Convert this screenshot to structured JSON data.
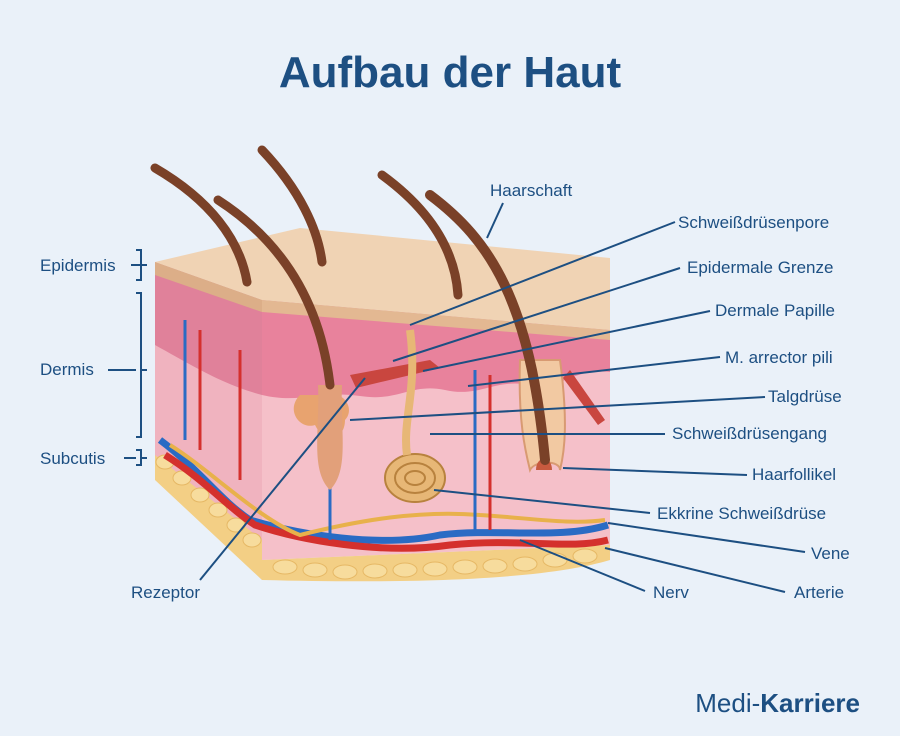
{
  "title": "Aufbau der Haut",
  "labels_left": {
    "epidermis": "Epidermis",
    "dermis": "Dermis",
    "subcutis": "Subcutis",
    "rezeptor": "Rezeptor"
  },
  "labels_right": {
    "haarschaft": "Haarschaft",
    "schweissdruesenpore": "Schweißdrüsenpore",
    "epidermale_grenze": "Epidermale Grenze",
    "dermale_papille": "Dermale Papille",
    "arrector_pili": "M. arrector pili",
    "talgdruese": "Talgdrüse",
    "schweissdruesengang": "Schweißdrüsengang",
    "haarfollikel": "Haarfollikel",
    "ekkrine_schweissdruese": "Ekkrine Schweißdrüse",
    "vene": "Vene",
    "nerv": "Nerv",
    "arterie": "Arterie"
  },
  "logo": {
    "part1": "Medi-",
    "part2": "Karriere"
  },
  "colors": {
    "text": "#1d4f82",
    "background": "#eaf1f9",
    "epidermis": "#f0d3b4",
    "dermis": "#f3b8c2",
    "subcutis_fat": "#f3cf85",
    "vein": "#2a6bc4",
    "artery": "#d4302d",
    "nerve": "#e8b14b",
    "hair": "#7a4128"
  }
}
